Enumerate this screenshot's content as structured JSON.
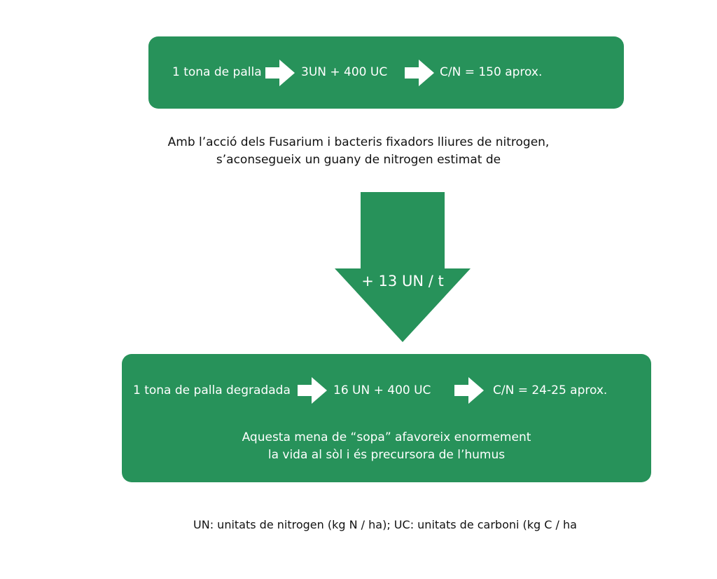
{
  "top_box": {
    "item1": "1 tona de palla",
    "item2": "3UN + 400 UC",
    "item3": "C/N = 150 aprox."
  },
  "intermediate_text": {
    "line1": "Amb l’acció dels Fusarium i bacteris fixadors lliures de nitrogen,",
    "line2": "s’aconsegueix un guany de nitrogen estimat de"
  },
  "gain_arrow": {
    "label": "+ 13 UN / t"
  },
  "bottom_box": {
    "item1": "1 tona de palla degradada",
    "item2": "16 UN + 400 UC",
    "item3": "C/N = 24-25 aprox.",
    "note_line1": "Aquesta mena de “sopa” afavoreix enormement",
    "note_line2": "la vida al sòl i és precursora de l’humus"
  },
  "footnote": "UN: unitats de nitrogen (kg N / ha); UC: unitats de carboni (kg C / ha",
  "colors": {
    "box_green": "#27925a",
    "arrow_white": "#ffffff",
    "text_dark": "#111111"
  }
}
